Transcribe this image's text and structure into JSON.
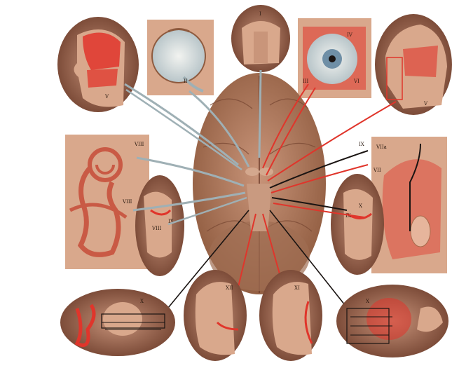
{
  "panels": [
    {
      "id": "trigeminal-face",
      "roman": "V"
    },
    {
      "id": "eye-optic",
      "roman": "II"
    },
    {
      "id": "olfactory",
      "roman": "I"
    },
    {
      "id": "eye-muscles",
      "labels": [
        "IV",
        "III",
        "VI"
      ]
    },
    {
      "id": "head-mandibular",
      "roman": "V"
    },
    {
      "id": "inner-ear",
      "labels": [
        "VIII",
        "VIII"
      ]
    },
    {
      "id": "pharynx-left",
      "labels": [
        "VIII",
        "IX"
      ]
    },
    {
      "id": "face-nerves",
      "labels": [
        "IX",
        "VIIa",
        "VII"
      ]
    },
    {
      "id": "pharynx-right",
      "labels": [
        "X",
        "IX"
      ]
    },
    {
      "id": "gut-vagus",
      "roman": "X"
    },
    {
      "id": "neck-hypoglossal",
      "roman": "XII"
    },
    {
      "id": "neck-accessory",
      "roman": "XI"
    },
    {
      "id": "thorax-vagus",
      "roman": "X"
    }
  ],
  "colors": {
    "background": "#ffffff",
    "brain": "#b98463",
    "brain_dark": "#8e5a3e",
    "panel": "#d9a88c",
    "panel_dark": "#a86b4c",
    "nerve_gray": "#9fb0b5",
    "nerve_red": "#e0352b",
    "nerve_black": "#1a1412",
    "iris": "#6f8fa6"
  }
}
